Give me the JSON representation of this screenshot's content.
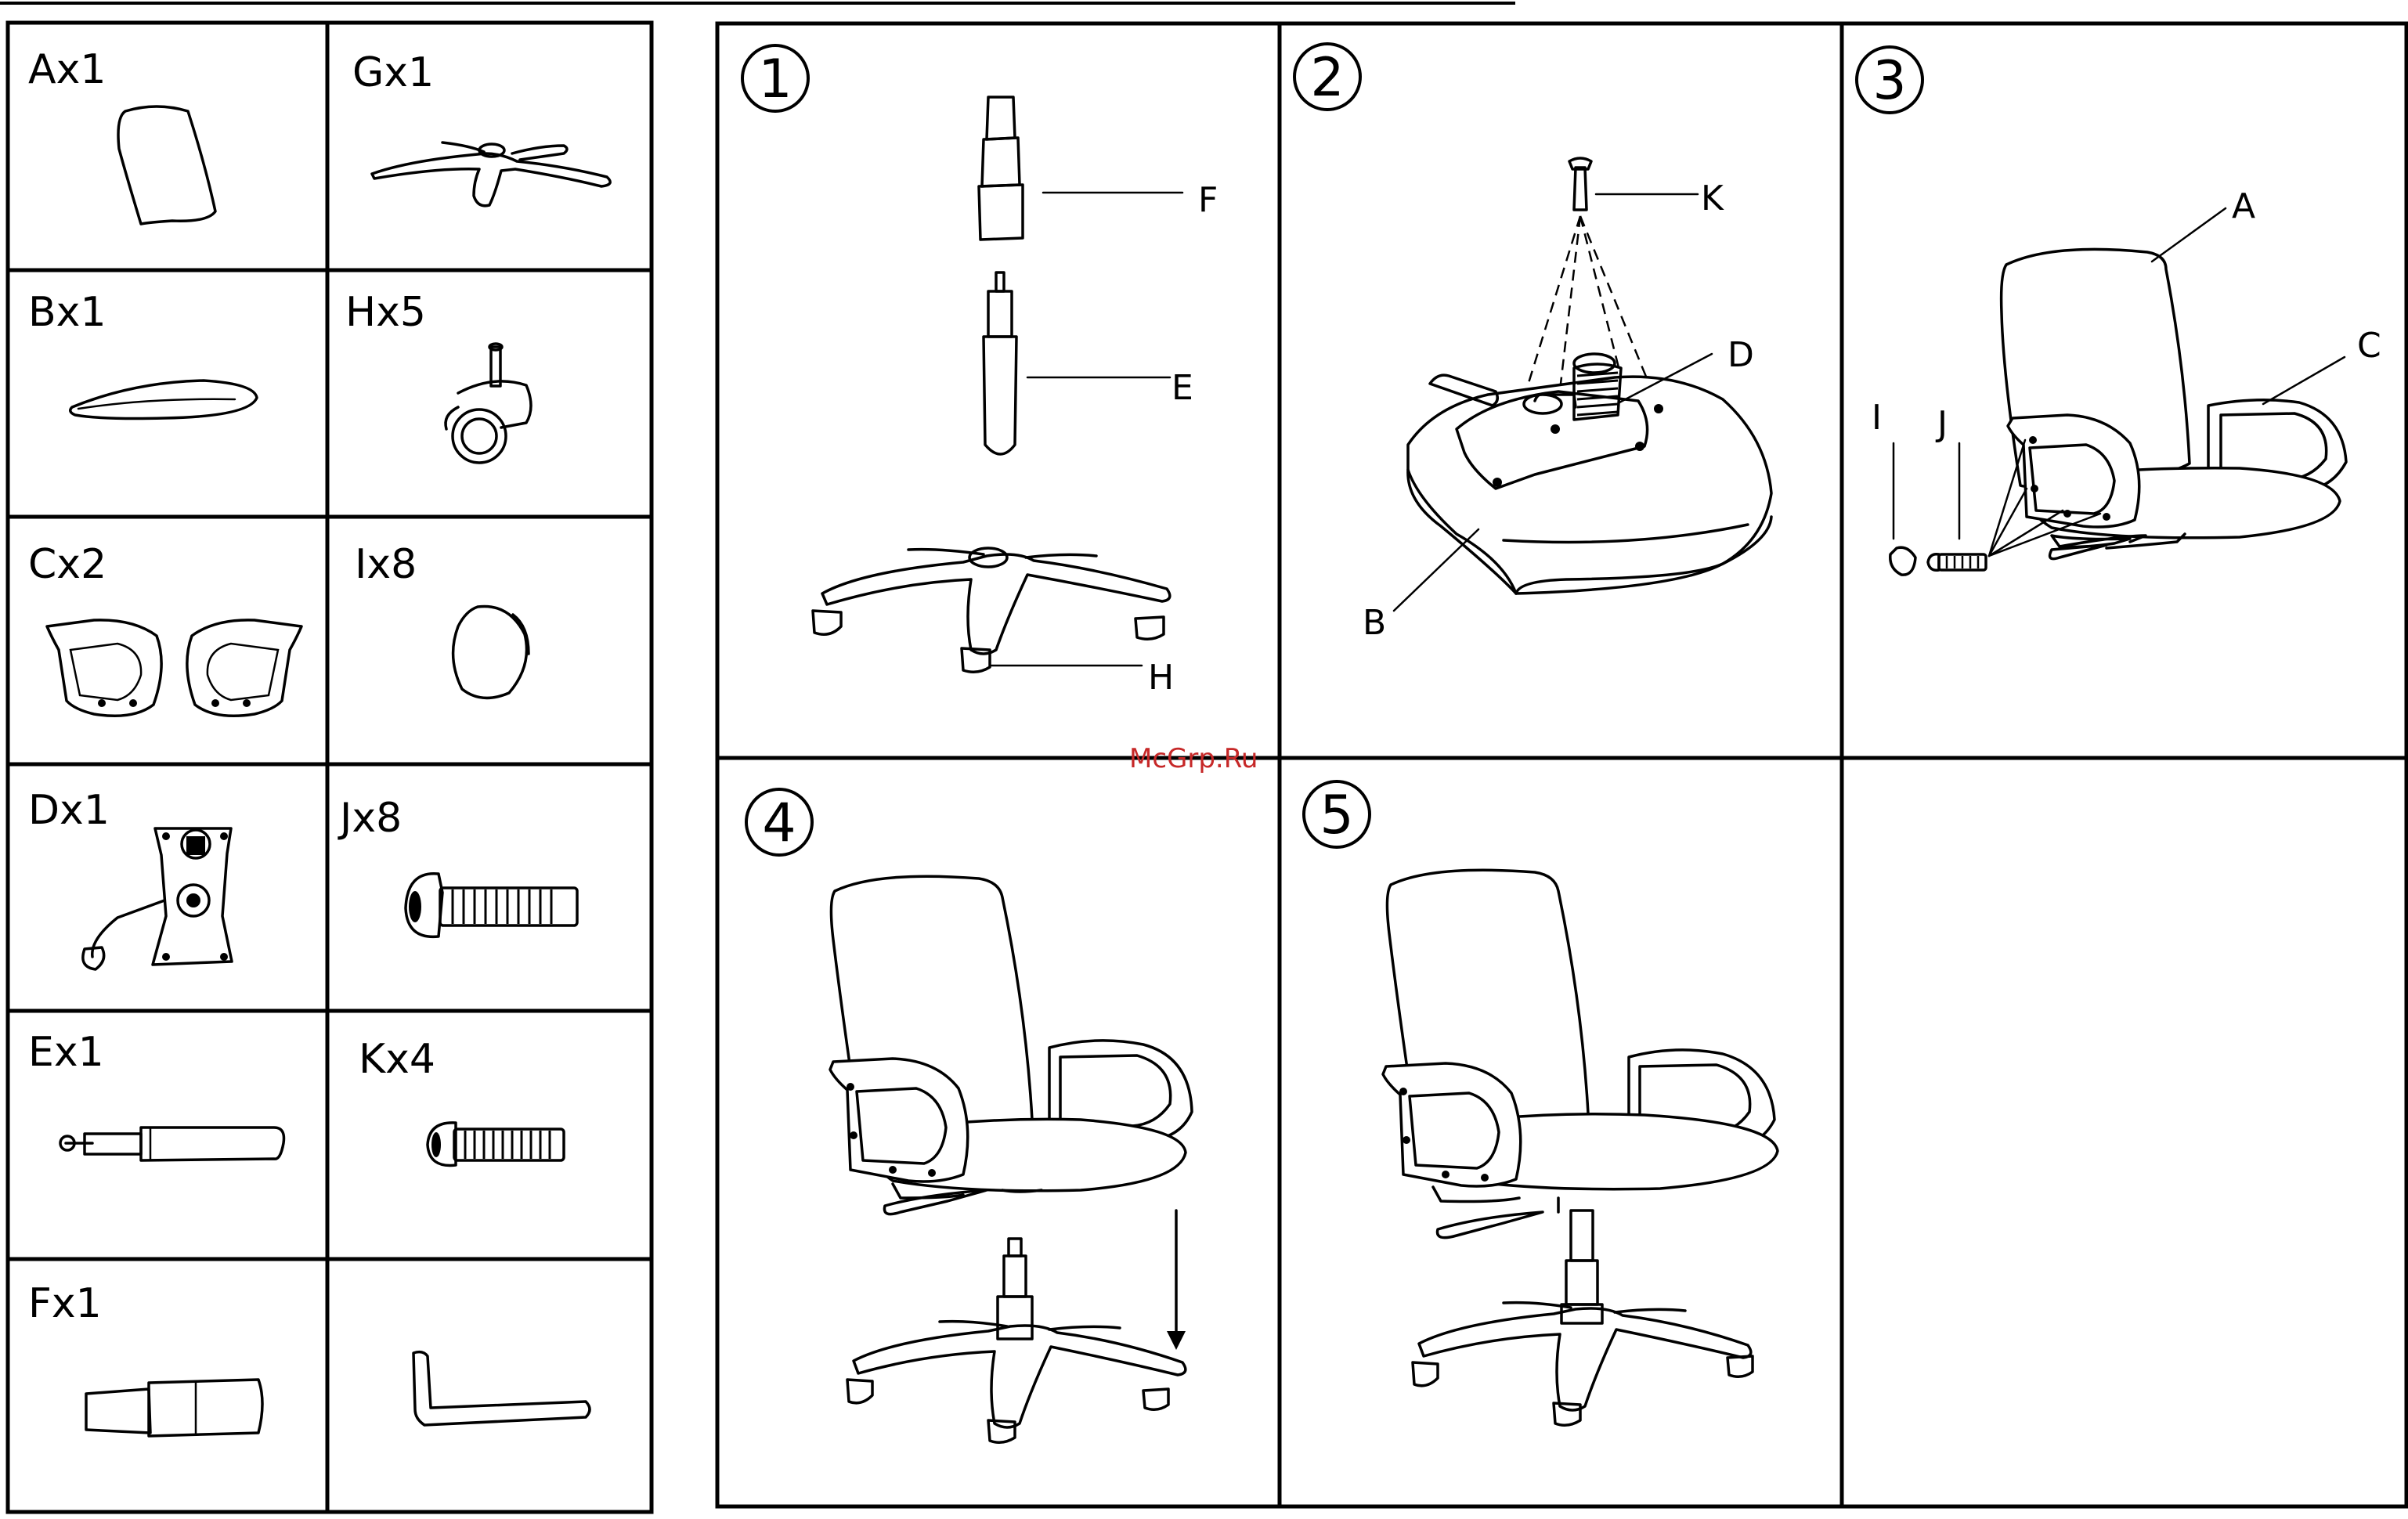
{
  "parts": [
    {
      "label": "Ax1",
      "icon": "backrest-icon"
    },
    {
      "label": "Gx1",
      "icon": "base-icon"
    },
    {
      "label": "Bx1",
      "icon": "seat-icon"
    },
    {
      "label": "Hx5",
      "icon": "caster-icon"
    },
    {
      "label": "Cx2",
      "icon": "armrest-icon"
    },
    {
      "label": "Ix8",
      "icon": "cap-icon"
    },
    {
      "label": "Dx1",
      "icon": "mechanism-icon"
    },
    {
      "label": "Jx8",
      "icon": "bolt-icon"
    },
    {
      "label": "Ex1",
      "icon": "gas-lift-icon"
    },
    {
      "label": "Kx4",
      "icon": "screw-icon"
    },
    {
      "label": "Fx1",
      "icon": "cover-icon"
    },
    {
      "label": "",
      "icon": "allen-key-icon"
    }
  ],
  "steps": [
    {
      "number": "1",
      "callouts": [
        "F",
        "E",
        "H"
      ]
    },
    {
      "number": "2",
      "callouts": [
        "K",
        "D",
        "B"
      ]
    },
    {
      "number": "3",
      "callouts": [
        "A",
        "C",
        "I",
        "J"
      ]
    },
    {
      "number": "4",
      "callouts": []
    },
    {
      "number": "5",
      "callouts": []
    }
  ],
  "watermark": "McGrp.Ru"
}
